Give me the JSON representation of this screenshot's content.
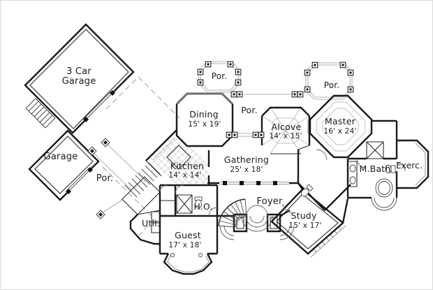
{
  "colors": {
    "background": "#ffffff",
    "walls": "#1a1a1a",
    "thin_lines": "#999999",
    "tile_lines": "#c8c8c8",
    "text": "#1b1b1b",
    "window_band": "#b3b3b3",
    "border": "#d9d9d9"
  },
  "rooms": {
    "three_car_garage": {
      "line1": "3 Car",
      "line2": "Garage"
    },
    "garage": {
      "name": "Garage"
    },
    "porch_garage": {
      "name": "Por."
    },
    "porch_dining": {
      "name": "Por."
    },
    "porch_center": {
      "name": "Por."
    },
    "porch_master": {
      "name": "Por."
    },
    "dining": {
      "name": "Dining",
      "dims": "15' x 19'"
    },
    "alcove": {
      "name": "Alcove",
      "dims": "14' x 15'"
    },
    "master": {
      "name": "Master",
      "dims": "16' x 24'"
    },
    "kitchen": {
      "name": "Kitchen",
      "dims": "14' x 14'"
    },
    "gathering": {
      "name": "Gathering",
      "dims": "25' x 18'"
    },
    "master_bath": {
      "name": "M.Bath"
    },
    "exercise": {
      "name": "Exerc."
    },
    "home_office": {
      "name": "H.O."
    },
    "foyer": {
      "name": "Foyer"
    },
    "study": {
      "name": "Study",
      "dims": "15' x 17'"
    },
    "utility": {
      "name": "Util."
    },
    "guest": {
      "name": "Guest",
      "dims": "17' x 18'"
    }
  }
}
